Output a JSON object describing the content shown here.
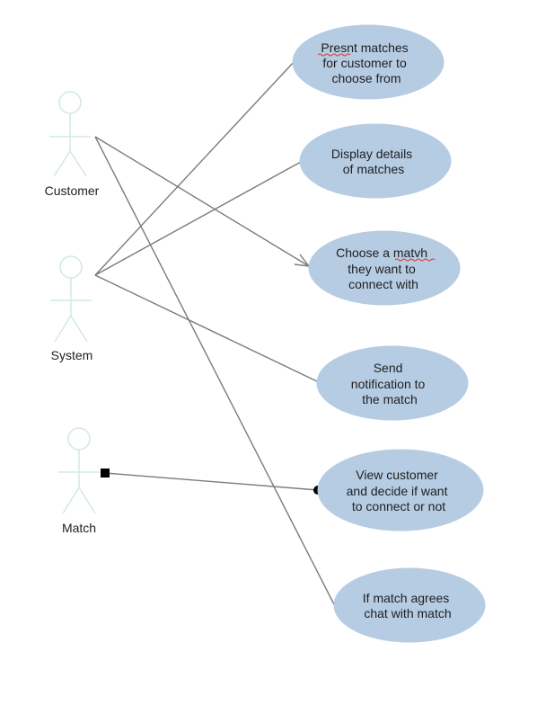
{
  "diagram_type": "use-case",
  "actors": [
    {
      "id": "customer",
      "label": "Customer"
    },
    {
      "id": "system",
      "label": "System"
    },
    {
      "id": "match",
      "label": "Match"
    }
  ],
  "use_cases": [
    {
      "id": "uc1",
      "lines": [
        "Presnt matches",
        "for customer to",
        "choose from"
      ]
    },
    {
      "id": "uc2",
      "lines": [
        "Display details",
        "of matches"
      ]
    },
    {
      "id": "uc3",
      "lines": [
        "Choose a matvh",
        "they want to",
        "connect with"
      ]
    },
    {
      "id": "uc4",
      "lines": [
        "Send",
        "notification to",
        "the match"
      ]
    },
    {
      "id": "uc5",
      "lines": [
        "View customer",
        "and decide if want",
        "to connect or not"
      ]
    },
    {
      "id": "uc6",
      "lines": [
        "If match agrees",
        "chat with match"
      ]
    }
  ],
  "connections": [
    {
      "from": "customer",
      "to": "uc3",
      "end": "open-arrow"
    },
    {
      "from": "customer",
      "to": "uc6",
      "end": "none"
    },
    {
      "from": "system",
      "to": "uc1",
      "end": "none"
    },
    {
      "from": "system",
      "to": "uc2",
      "end": "none"
    },
    {
      "from": "system",
      "to": "uc4",
      "end": "none"
    },
    {
      "from": "match",
      "to": "uc5",
      "start": "filled-square",
      "end": "filled-circle"
    }
  ],
  "colors": {
    "use_case_fill": "#b6cce3",
    "actor_stroke": "#d3e8e6",
    "line": "#7b7b7b",
    "text": "#1f1f1f",
    "spellcheck_underline": "#d9362b"
  }
}
